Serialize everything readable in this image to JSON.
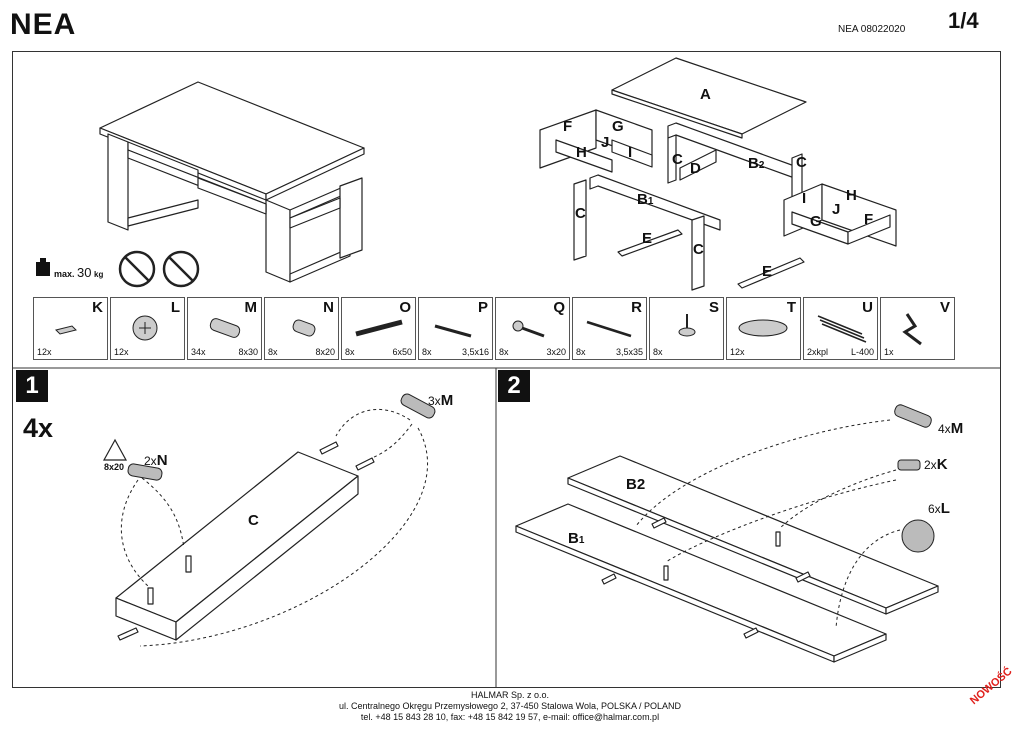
{
  "header": {
    "brand": "NEA",
    "doc_code": "NEA  08022020",
    "page": "1/4"
  },
  "overview": {
    "max_load_prefix": "max.",
    "max_load_value": "30",
    "max_load_unit": "kg",
    "part_labels": {
      "A": "A",
      "F1": "F",
      "G1": "G",
      "H1": "H",
      "J1": "J",
      "I1": "I",
      "C1": "C",
      "D": "D",
      "B2": "B",
      "B2sub": "2",
      "C2": "C",
      "B1": "B",
      "B1sub": "1",
      "C3": "C",
      "E1": "E",
      "C4": "C",
      "I2": "I",
      "H2": "H",
      "J2": "J",
      "G2": "G",
      "F2": "F",
      "E2": "E"
    }
  },
  "hardware": [
    {
      "key": "K",
      "qty": "12x",
      "size": "",
      "icon": "cam-bolt-icon"
    },
    {
      "key": "L",
      "qty": "12x",
      "size": "",
      "icon": "cam-lock-icon"
    },
    {
      "key": "M",
      "qty": "34x",
      "size": "8x30",
      "icon": "dowel-icon"
    },
    {
      "key": "N",
      "qty": "8x",
      "size": "8x20",
      "icon": "short-dowel-icon"
    },
    {
      "key": "O",
      "qty": "8x",
      "size": "6x50",
      "icon": "confirmat-screw-icon"
    },
    {
      "key": "P",
      "qty": "8x",
      "size": "3,5x16",
      "icon": "wood-screw-icon"
    },
    {
      "key": "Q",
      "qty": "8x",
      "size": "3x20",
      "icon": "pan-screw-icon"
    },
    {
      "key": "R",
      "qty": "8x",
      "size": "3,5x35",
      "icon": "long-screw-icon"
    },
    {
      "key": "S",
      "qty": "8x",
      "size": "",
      "icon": "glide-icon"
    },
    {
      "key": "T",
      "qty": "12x",
      "size": "",
      "icon": "shelf-support-icon"
    },
    {
      "key": "U",
      "qty": "2xkpl",
      "size": "L-400",
      "icon": "drawer-runner-icon"
    },
    {
      "key": "V",
      "qty": "1x",
      "size": "",
      "icon": "allen-key-icon"
    }
  ],
  "step1": {
    "number": "1",
    "multiplier": "4x",
    "panel_label": "C",
    "callout_m_qty": "3x",
    "callout_m_key": "M",
    "callout_n_qty": "2x",
    "callout_n_key": "N",
    "warning_size": "8x20"
  },
  "step2": {
    "number": "2",
    "panel_b2": "B2",
    "panel_b1": "B",
    "panel_b1_sub": "1",
    "callout_m_qty": "4x",
    "callout_m_key": "M",
    "callout_k_qty": "2x",
    "callout_k_key": "K",
    "callout_l_qty": "6x",
    "callout_l_key": "L"
  },
  "footer": {
    "line1": "HALMAR Sp. z o.o.",
    "line2": "ul. Centralnego Okręgu Przemysłowego 2, 37-450 Stalowa Wola, POLSKA / POLAND",
    "line3": "tel. +48 15 843 28 10, fax: +48 15 842 19 57, e-mail: office@halmar.com.pl",
    "stamp": "NOWOŚĆ"
  }
}
